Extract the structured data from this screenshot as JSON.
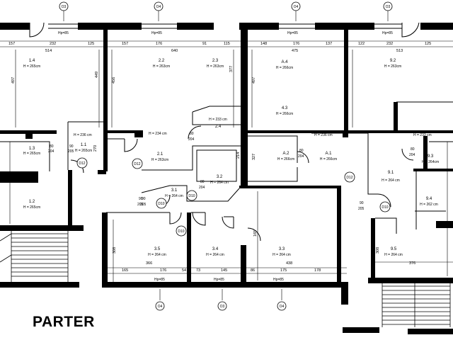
{
  "floor_title": "PARTER",
  "window_markers": {
    "top": [
      "O3",
      "O4",
      "O4",
      "O3"
    ],
    "bottom": [
      "O4",
      "O3",
      "O4"
    ]
  },
  "window_heights": {
    "top": [
      "Hp=85",
      "Hp=85",
      "Hp=85",
      "Hp=85"
    ],
    "bottom": [
      "Hp=85",
      "Hp=85",
      "Hp=85"
    ]
  },
  "dimensions": {
    "top_row": [
      "157",
      "232",
      "125",
      "157",
      "176",
      "91",
      "115",
      "148",
      "176",
      "137",
      "122",
      "232",
      "125"
    ],
    "top_totals": [
      "514",
      "640",
      "475",
      "513"
    ],
    "bottom_row": [
      "165",
      "176",
      "54",
      "73",
      "145",
      "86",
      "175",
      "178"
    ],
    "bottom_totals": [
      "366",
      "438",
      "376"
    ],
    "vertical": [
      "497",
      "449",
      "456",
      "377",
      "497",
      "270",
      "214",
      "327",
      "308",
      "165",
      "308"
    ]
  },
  "rooms": [
    {
      "id": "1.4",
      "height": "H = 265cm"
    },
    {
      "id": "2.2",
      "height": "H = 263cm"
    },
    {
      "id": "2.3",
      "height": "H = 263cm"
    },
    {
      "id": "A.4",
      "height": "H = 266cm"
    },
    {
      "id": "9.2",
      "height": "H = 263cm"
    },
    {
      "id": "4.3",
      "height": "H = 266cm"
    },
    {
      "id": "2.4",
      "height": "H = 233 cm"
    },
    {
      "id": "1.3",
      "height": "H = 265cm"
    },
    {
      "id": "1.1",
      "height": "H = 265cm"
    },
    {
      "id": "2.1",
      "height": "H = 263cm"
    },
    {
      "id": "A.2",
      "height": "H = 266cm"
    },
    {
      "id": "A.1",
      "height": "H = 266cm"
    },
    {
      "id": "9.3",
      "height": "H = 264cm"
    },
    {
      "id": "3.2",
      "height": "H = 264 cm"
    },
    {
      "id": "9.1",
      "height": "H = 264 cm"
    },
    {
      "id": "1.2",
      "height": "H = 265cm"
    },
    {
      "id": "3.1",
      "height": "H = 264 cm"
    },
    {
      "id": "9.4",
      "height": "H = 262 cm"
    },
    {
      "id": "3.5",
      "height": "H = 264 cm"
    },
    {
      "id": "3.4",
      "height": "H = 264 cm"
    },
    {
      "id": "3.3",
      "height": "H = 264 cm"
    },
    {
      "id": "9.5",
      "height": "H = 264 cm"
    }
  ],
  "ceiling_heights": [
    "H = 236 cm",
    "H = 234 cm",
    "H = 236 cm",
    "H = 233 cm"
  ],
  "door_tags": [
    "D12",
    "D12",
    "D10",
    "D10",
    "D12",
    "D10",
    "D10"
  ],
  "door_sizes": [
    {
      "w": "80",
      "h": "204"
    },
    {
      "w": "90",
      "h": "205"
    },
    {
      "w": "90",
      "h": "205"
    },
    {
      "w": "90",
      "h": "205"
    },
    {
      "w": "80",
      "h": "204"
    },
    {
      "w": "80",
      "h": "204"
    },
    {
      "w": "80",
      "h": "204"
    },
    {
      "w": "80",
      "h": "204"
    },
    {
      "w": "90",
      "h": "205"
    }
  ]
}
